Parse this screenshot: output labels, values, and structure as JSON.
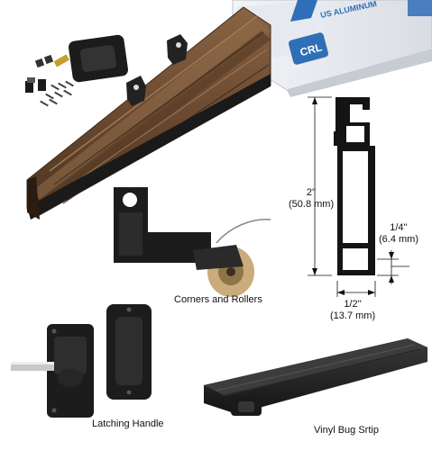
{
  "box": {
    "brand_text": "US ALUMINUM",
    "logo_text": "CRL"
  },
  "profile_dims": {
    "height_in": "2''",
    "height_mm": "(50.8 mm)",
    "step_in": "1/4''",
    "step_mm": "(6.4 mm)",
    "width_in": "1/2''",
    "width_mm": "(13.7 mm)"
  },
  "captions": {
    "corners_rollers": "Corners and Rollers",
    "latching_handle": "Latching Handle",
    "bug_strip": "Vinyl Bug Srtip"
  },
  "colors": {
    "frame_bronze": "#6b4a30",
    "frame_dark": "#3e2a1a",
    "box_blue": "#2f6fb8",
    "parts_black": "#1c1c1c"
  }
}
